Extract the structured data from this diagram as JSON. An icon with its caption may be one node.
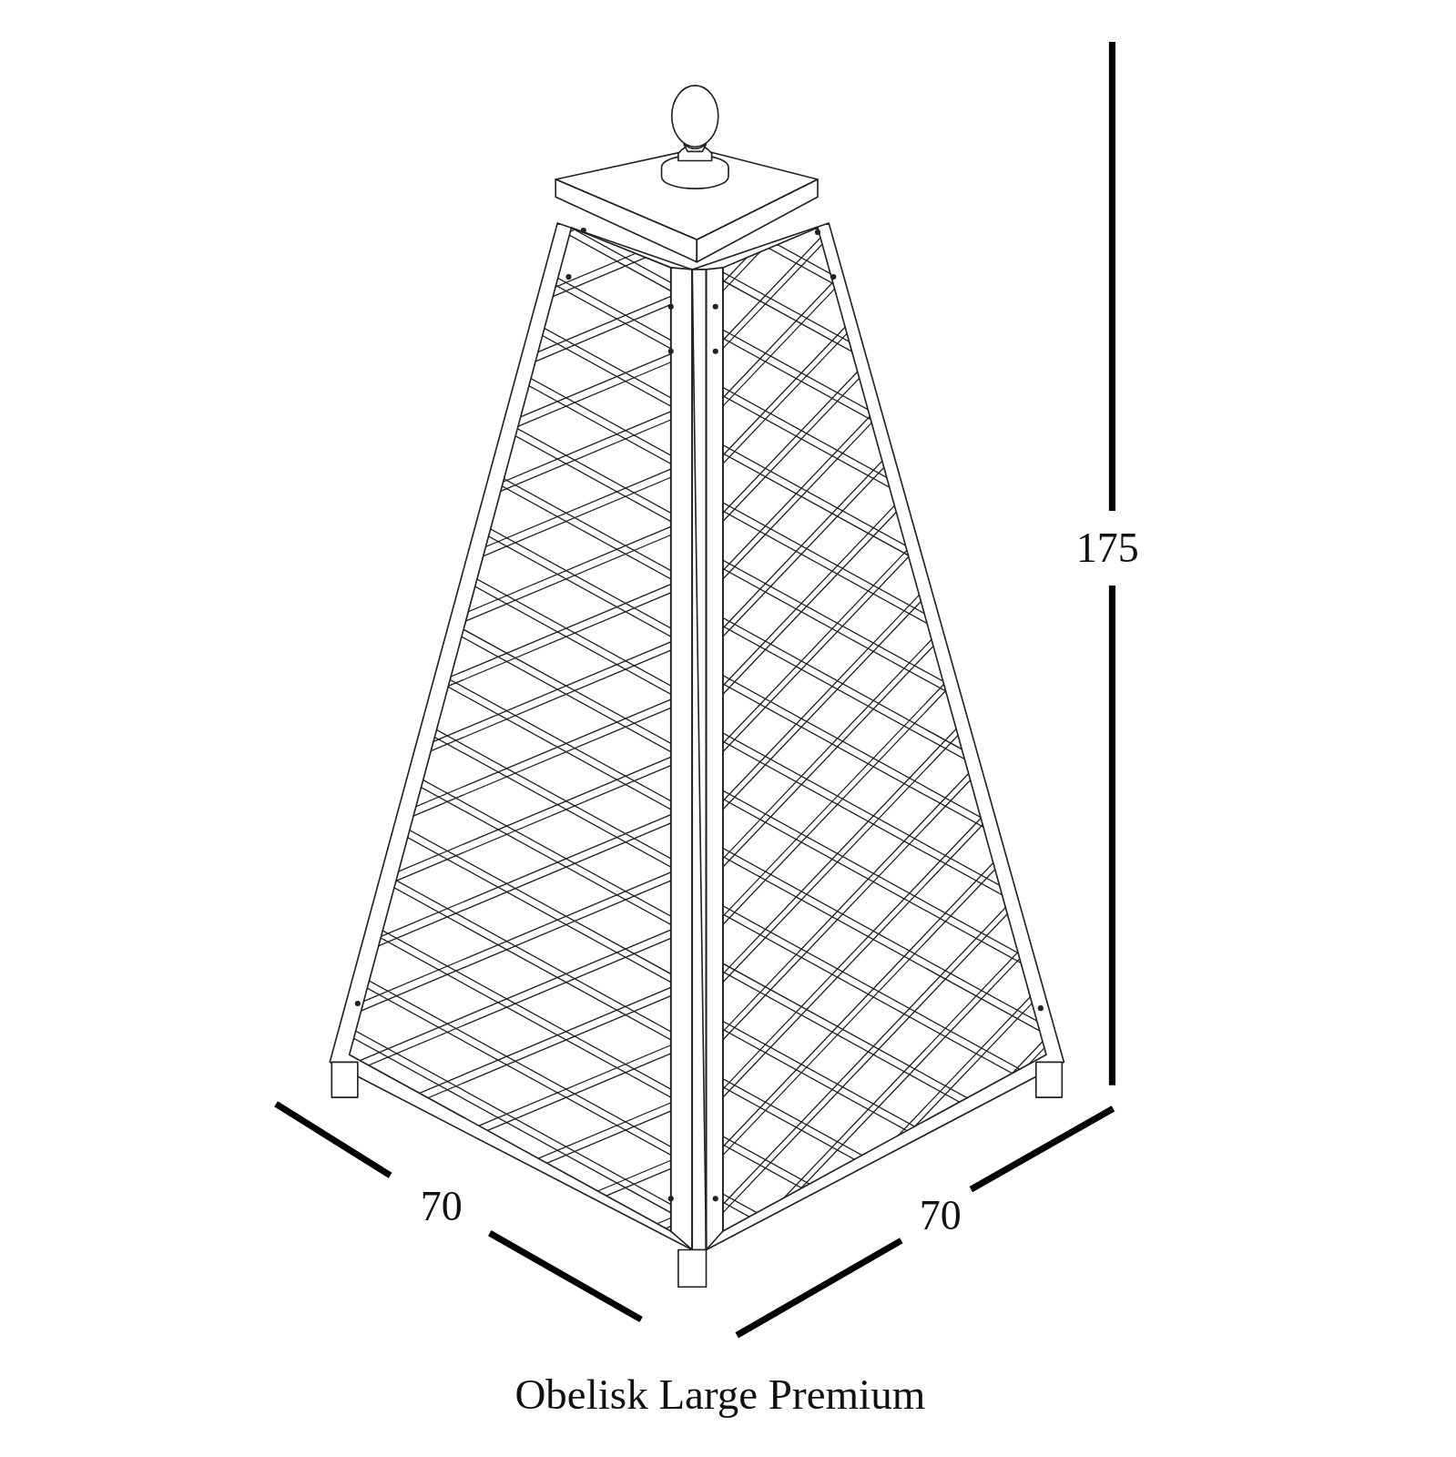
{
  "diagram": {
    "caption": "Obelisk Large Premium",
    "labels": [
      "175",
      "70",
      "70"
    ]
  }
}
